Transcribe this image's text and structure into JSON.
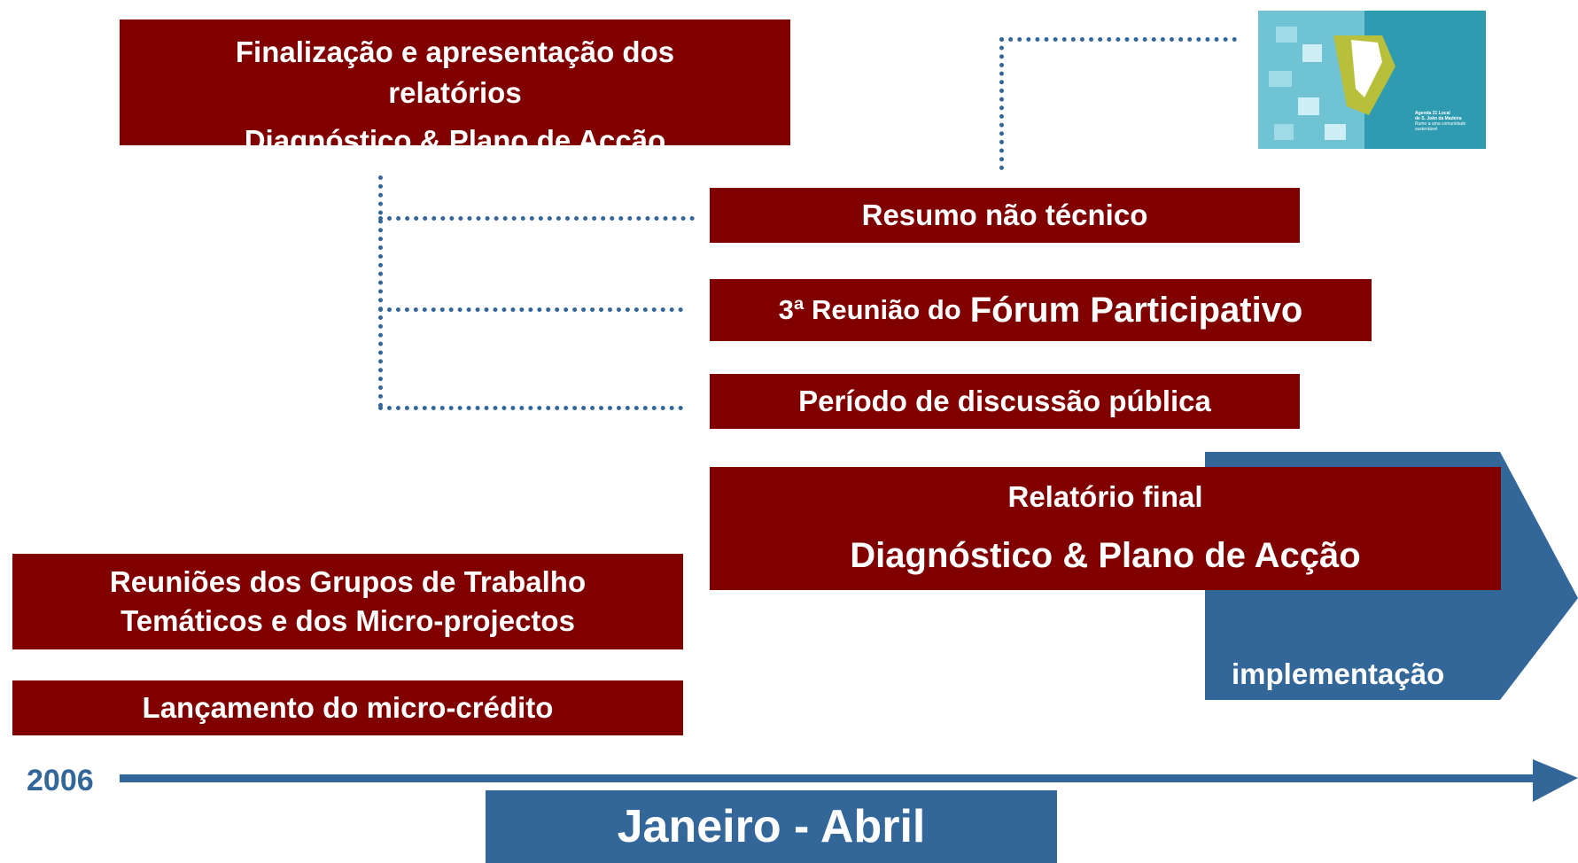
{
  "colors": {
    "box": "#800000",
    "blue": "#336699",
    "text": "#ffffff"
  },
  "thumbnail": {
    "title_lines": [
      "Agenda 21 Local",
      "de S. João da Madeira"
    ],
    "subtitle": "Rumo a uma comunidade sustentável",
    "icon": "agenda-21-cover-thumbnail"
  },
  "finalizacao": {
    "line1": "Finalização e apresentação dos",
    "line2": "relatórios",
    "line3": "Diagnóstico & Plano de Acção"
  },
  "resumo": "Resumo não técnico",
  "forum": {
    "prefix": "3ª Reunião do",
    "name": "Fórum Participativo"
  },
  "discussao": "Período de discussão pública",
  "relatorio": {
    "line1": "Relatório final",
    "line2": "Diagnóstico & Plano de Acção"
  },
  "implementacao": "implementação",
  "reunioes": {
    "line1": "Reuniões dos Grupos de Trabalho",
    "line2": "Temáticos e dos Micro-projectos"
  },
  "lancamento": "Lançamento do micro-crédito",
  "timeline": {
    "year": "2006",
    "period": "Janeiro - Abril"
  }
}
